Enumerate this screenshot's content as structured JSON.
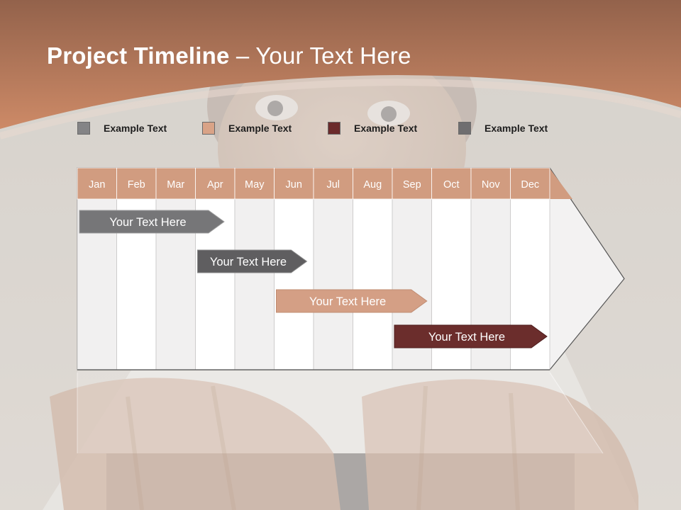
{
  "slide": {
    "title_bold": "Project Timeline",
    "title_rest": " – Your Text Here"
  },
  "legend": [
    {
      "label": "Example Text",
      "color": "#848486"
    },
    {
      "label": "Example Text",
      "color": "#d9a387"
    },
    {
      "label": "Example Text",
      "color": "#6b2a2b"
    },
    {
      "label": "Example Text",
      "color": "#6f6e70"
    }
  ],
  "chart_data": {
    "type": "gantt",
    "months": [
      "Jan",
      "Feb",
      "Mar",
      "Apr",
      "May",
      "Jun",
      "Jul",
      "Aug",
      "Sep",
      "Oct",
      "Nov",
      "Dec"
    ],
    "tasks": [
      {
        "label": "Your  Text Here",
        "start": 0,
        "end": 3.8,
        "fill": "#767678",
        "stroke": "#9b9b9b"
      },
      {
        "label": "Your  Text Here",
        "start": 3,
        "end": 5.9,
        "fill": "#5f5e60",
        "stroke": "#8a8a8a"
      },
      {
        "label": "Your  Text Here",
        "start": 5,
        "end": 8.95,
        "fill": "#d49f85",
        "stroke": "#c08c72"
      },
      {
        "label": "Your  Text Here",
        "start": 8,
        "end": 12,
        "fill": "#6b2d2c",
        "stroke": "#4d1d1d"
      }
    ]
  },
  "colors": {
    "header_band": "#c98463",
    "month_header": "#d19c80",
    "title_text": "#ffffff"
  }
}
